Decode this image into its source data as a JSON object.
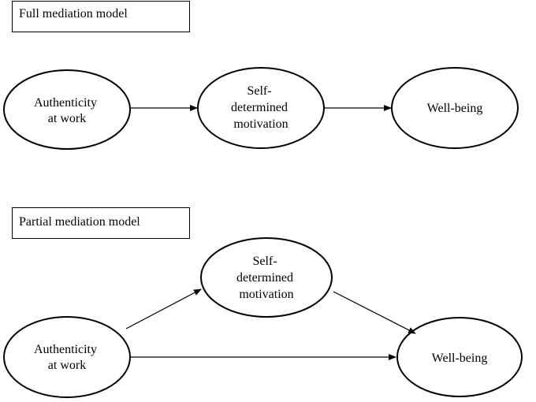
{
  "full_model": {
    "title": "Full mediation model",
    "nodes": {
      "authenticity": [
        "Authenticity",
        "at work"
      ],
      "motivation": [
        "Self-",
        "determined",
        "motivation"
      ],
      "wellbeing": [
        "Well-being"
      ]
    }
  },
  "partial_model": {
    "title": "Partial mediation model",
    "nodes": {
      "authenticity": [
        "Authenticity",
        "at work"
      ],
      "motivation": [
        "Self-",
        "determined",
        "motivation"
      ],
      "wellbeing": [
        "Well-being"
      ]
    }
  }
}
